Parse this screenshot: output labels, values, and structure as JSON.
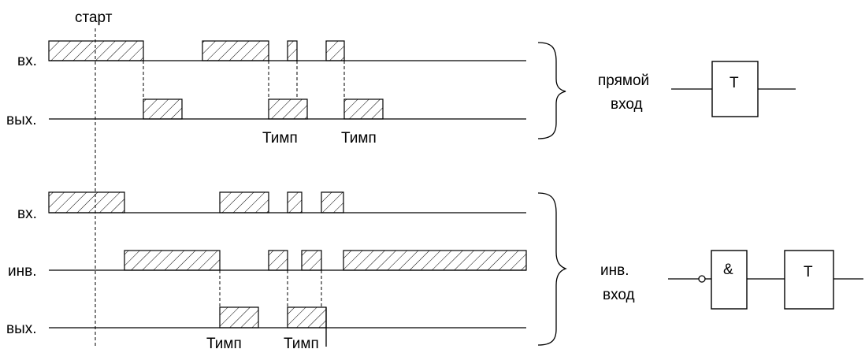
{
  "start_label": "старт",
  "direct_section": {
    "labels": {
      "input": "вх.",
      "output": "вых."
    },
    "timp_labels": [
      "Тимп",
      "Тимп"
    ],
    "brace_text": [
      "прямой",
      "вход"
    ],
    "block": {
      "text": "T"
    }
  },
  "inverse_section": {
    "labels": {
      "input": "вх.",
      "inverted": "инв.",
      "output": "вых."
    },
    "timp_labels": [
      "Тимп",
      "Тимп"
    ],
    "brace_text": [
      "инв.",
      "вход"
    ],
    "blocks": [
      {
        "text": "&"
      },
      {
        "text": "T"
      }
    ]
  }
}
